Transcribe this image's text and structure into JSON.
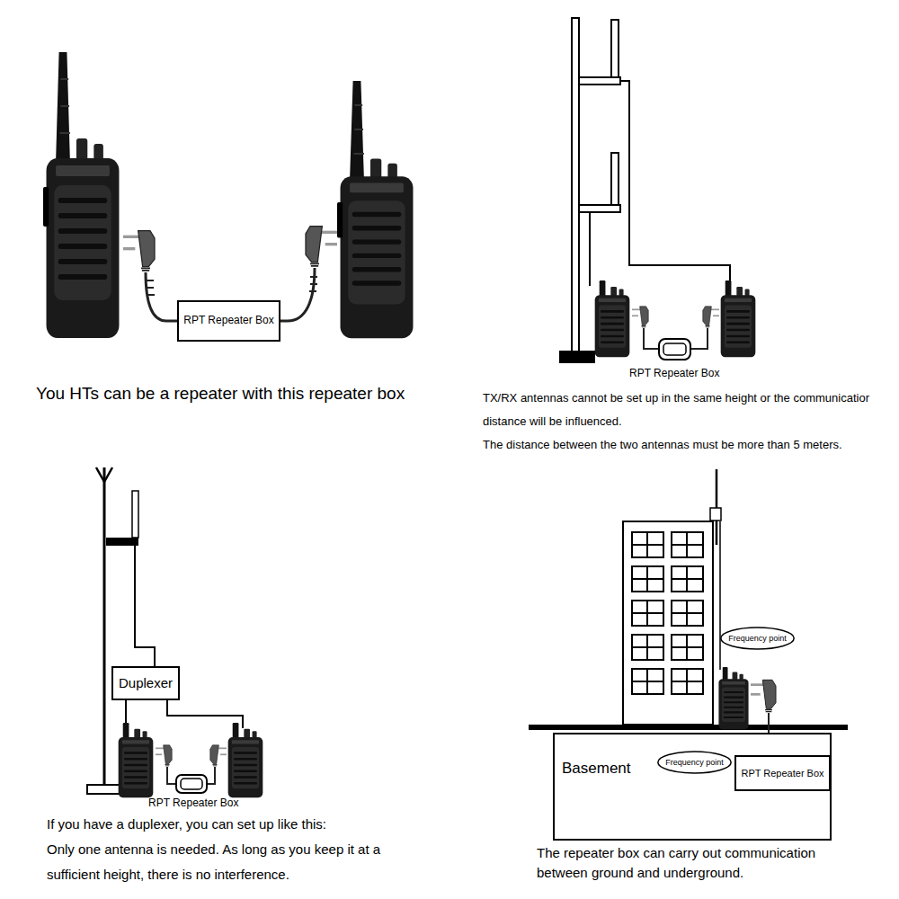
{
  "diagram": {
    "nodes": [
      {
        "text": [
          "RPT Repeater Box"
        ]
      },
      {
        "text": [
          "Duplexer"
        ]
      },
      {
        "text": [
          "Frequency point"
        ]
      },
      {
        "text": [
          "Basement"
        ]
      },
      {
        "text": [
          "Frequency point"
        ],
        "in": 3
      },
      {
        "text": [
          "RPT Repeater Box"
        ],
        "in": 3
      }
    ],
    "labels": [
      "You HTs can be a repeater with this repeater box",
      "RPT Repeater Box",
      "TX/RX antennas cannot be set up in the same height or the communicatior distance will be influenced.",
      "The distance between the two antennas must be more than 5 meters.",
      "RPT Repeater Box",
      "If you have a duplexer, you can set up like this:",
      "Only one antenna is needed. As long as you keep it at a sufficient height, there is no interference.",
      "The repeater box can carry out communication between ground and underground."
    ]
  }
}
